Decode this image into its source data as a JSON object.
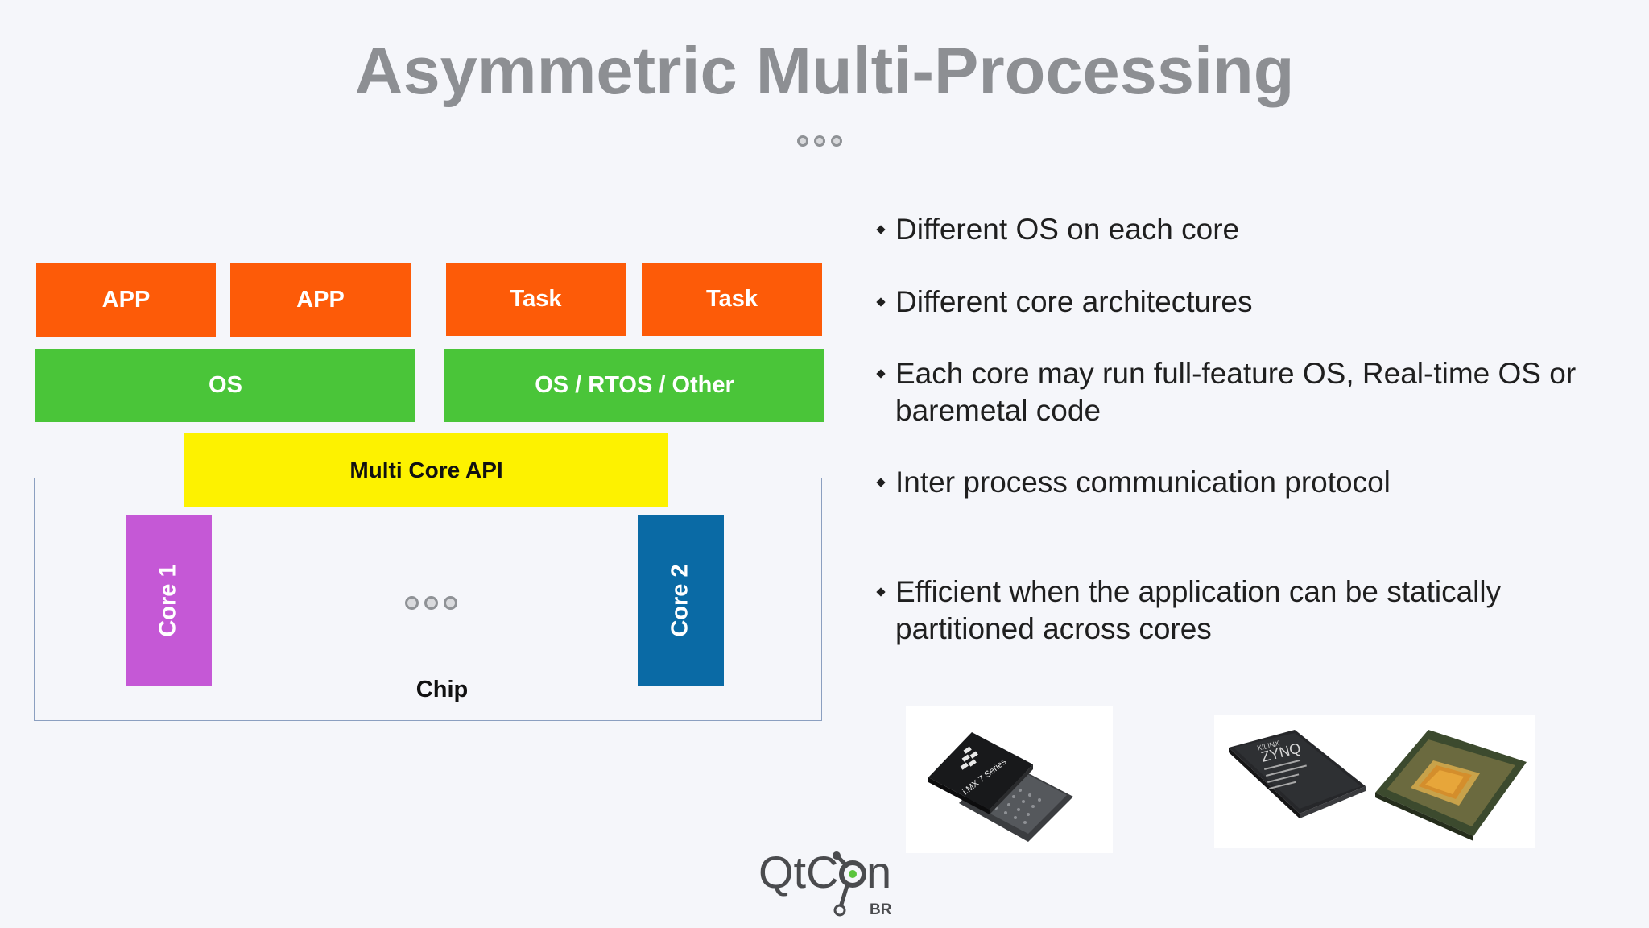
{
  "slide": {
    "title": "Asymmetric Multi-Processing"
  },
  "diagram": {
    "app_blocks": [
      "APP",
      "APP"
    ],
    "task_blocks": [
      "Task",
      "Task"
    ],
    "os_left": "OS",
    "os_right": "OS / RTOS / Other",
    "api_label": "Multi Core API",
    "core1_label": "Core 1",
    "core2_label": "Core 2",
    "chip_label": "Chip"
  },
  "bullets": [
    "Different OS on each core",
    "Different core architectures",
    "Each core may run full-feature OS, Real-time OS or baremetal code",
    "Inter process communication protocol",
    "Efficient when the application can be statically partitioned across cores"
  ],
  "photos": {
    "imx_chip_text": "i.MX 7 Series",
    "zynq_chip_text": "ZYNQ"
  },
  "logo": {
    "name_text": "QtCon",
    "sub_text": "BR"
  },
  "colors": {
    "title": "#8d8f93",
    "app_task": "#fd5b08",
    "os": "#4ac539",
    "api": "#fdf200",
    "core1": "#c558d6",
    "core2": "#0a6aa5",
    "logo_accent": "#5ac43c"
  }
}
